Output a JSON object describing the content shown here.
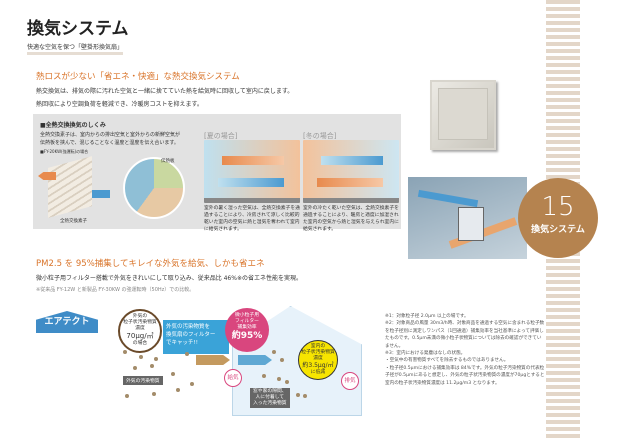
{
  "header": {
    "title": "換気システム",
    "subtitle": "快適な空気を保つ「壁掛形換気扇」"
  },
  "section1": {
    "heading": "熱ロスが少ない「省エネ・快適」な熱交換気システム",
    "lines": [
      "熱交換気は、排気の際に汚れた空気と一緒に捨てていた熱を給気時に回収して室内に戻します。",
      "熱回収により空調負荷を軽減でき、冷暖房コストを抑えます。"
    ],
    "box": {
      "title": "■全熱交換換気のしくみ",
      "desc": [
        "全熱交換素子は、室内からの排出空気と室外からの新鮮空気が",
        "伝熱板を挟んで、混じることなく温度と湿度を伝え合います。"
      ],
      "model_note": "■FY-20KW(強運転)の場合",
      "element_label": "全熱交換素子",
      "plate_label": "伝熱板",
      "summer": {
        "title": "[夏の場合]",
        "caption": "室外の暑く湿った空気は、全熱交換素子を通過することにより、冷房されて涼しく比較的乾いた室内の空気に熱と湿気を奪われて室内に給気されます。"
      },
      "winter": {
        "title": "[冬の場合]",
        "caption": "室外の冷たく乾いた空気は、全熱交換素子を通過することにより、暖房と適度に加湿された室内の空気から熱と湿気を与えられ室内に給気されます。"
      }
    }
  },
  "badge": {
    "number": "15",
    "label": "換気システム",
    "color": "#b5834f"
  },
  "section2": {
    "heading": "PM2.5 を 95%捕集してキレイな外気を給気、しかも省エネ",
    "line": "微小粒子用フィルター搭載で外気をきれいにして取り込み、従来品比 46%※の省エネ性能を実現。",
    "footnote": "※従来品 FY-12W と新製品 FY-30KW の強運転時（50Hz）での比較。",
    "logo": "エアテクト",
    "outside_bubble": [
      "外気の",
      "粒子状汚染物質",
      "濃度",
      "70μg/㎥",
      "の場合"
    ],
    "blue_callout": [
      "外気の汚染物質を",
      "換気扇のフィルター",
      "でキャッチ!!"
    ],
    "pink_bubble": [
      "微小粒子用",
      "フィルター",
      "捕集効率",
      "約95%"
    ],
    "yellow_bubble": [
      "室内の",
      "粒子状汚染物質",
      "濃度",
      "約3.5μg/㎥",
      "に低減"
    ],
    "tag_outside": "外気の汚染物質",
    "tag_inside": [
      "窓や家の隙間、",
      "人に付着して",
      "入った汚染物質"
    ],
    "supply": "給気",
    "exhaust": "排気"
  },
  "notes": [
    "※1：対象粒子径 2.0μm 以上の場です。",
    "※2：対象商品の風量 30m3/h時、対象商品を通過する空気に含まれる粒子数を粒子径別に測定しワンパス（1回通過）捕集効率を当社基準によって評価したものです。0.5μm未満の微小粒子状物質については除去の確認ができていません。",
    "※3：室内における発塵はなしの状態。",
    "・空気中の有害物質すべてを除去するものではありません。",
    "・粒子径0.5μmにおける捕集効率は 84%です。外気の粒子汚染物質の代表粒子径が0.5μmにあると想定し、外気の粒子状汚染物質の濃度が70μgとすると室内の粒子状汚染物質濃度は 11.2μg/m3 となります。"
  ]
}
